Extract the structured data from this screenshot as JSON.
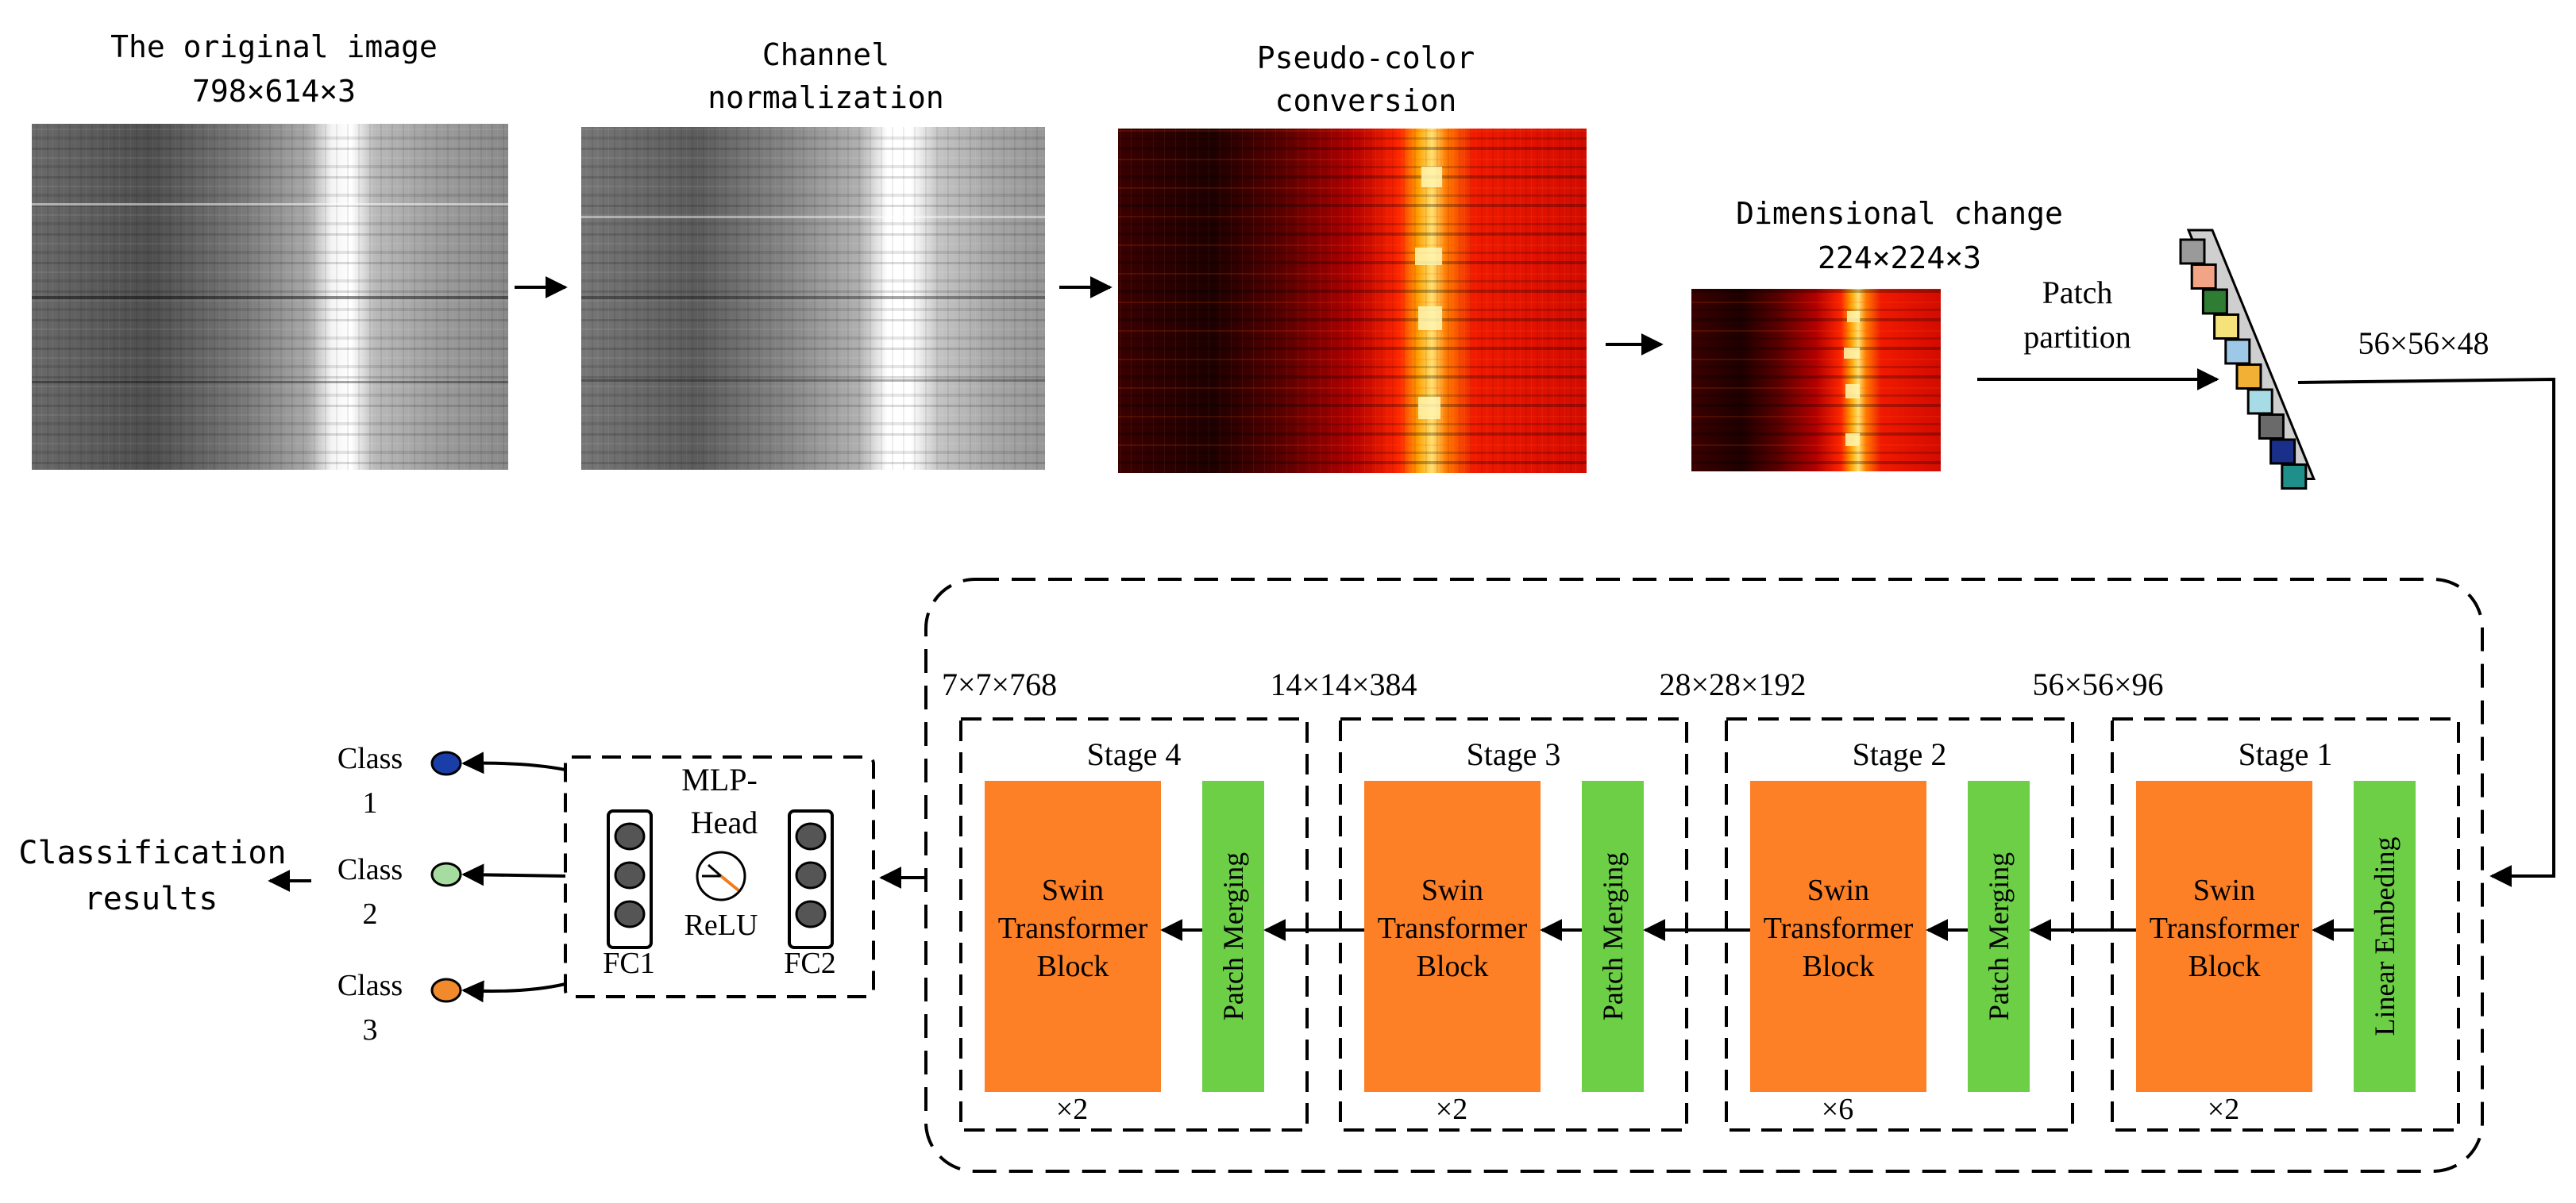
{
  "pipeline": {
    "original": {
      "title": "The original image",
      "size": "798×614×3"
    },
    "normalization": {
      "line1": "Channel",
      "line2": "normalization"
    },
    "pseudocolor": {
      "line1": "Pseudo-color",
      "line2": "conversion"
    },
    "resize": {
      "title": "Dimensional change",
      "size": "224×224×3"
    },
    "patch_partition": {
      "line1": "Patch",
      "line2": "partition",
      "output": "56×56×48"
    }
  },
  "stages": [
    {
      "title": "Stage 4",
      "dim": "7×7×768",
      "bar": "Patch Merging",
      "block": [
        "Swin",
        "Transformer",
        "Block"
      ],
      "repeat": "×2"
    },
    {
      "title": "Stage 3",
      "dim": "14×14×384",
      "bar": "Patch Merging",
      "block": [
        "Swin",
        "Transformer",
        "Block"
      ],
      "repeat": "×2"
    },
    {
      "title": "Stage 2",
      "dim": "28×28×192",
      "bar": "Patch Merging",
      "block": [
        "Swin",
        "Transformer",
        "Block"
      ],
      "repeat": "×6"
    },
    {
      "title": "Stage 1",
      "dim": "56×56×96",
      "bar": "Linear Embeding",
      "block": [
        "Swin",
        "Transformer",
        "Block"
      ],
      "repeat": "×2"
    }
  ],
  "mlp": {
    "line1": "MLP-",
    "line2": "Head",
    "activation": "ReLU",
    "fc1": "FC1",
    "fc2": "FC2"
  },
  "classes": [
    {
      "line1": "Class",
      "line2": "1",
      "color": "#1a3ea8"
    },
    {
      "line1": "Class",
      "line2": "2",
      "color": "#a6dca0"
    },
    {
      "line1": "Class",
      "line2": "3",
      "color": "#f08a2c"
    }
  ],
  "output": {
    "line1": "Classification",
    "line2": "results"
  },
  "colors": {
    "block": "#fd7f26",
    "bar": "#6ccf46",
    "arrow": "#000000",
    "patch_cells": [
      "#9a9a9a",
      "#f1a486",
      "#2e7d32",
      "#f6e27a",
      "#9ec8e8",
      "#f2b134",
      "#a7dbe6",
      "#6a6a6a",
      "#1a2f8a",
      "#1f8f8a"
    ]
  }
}
